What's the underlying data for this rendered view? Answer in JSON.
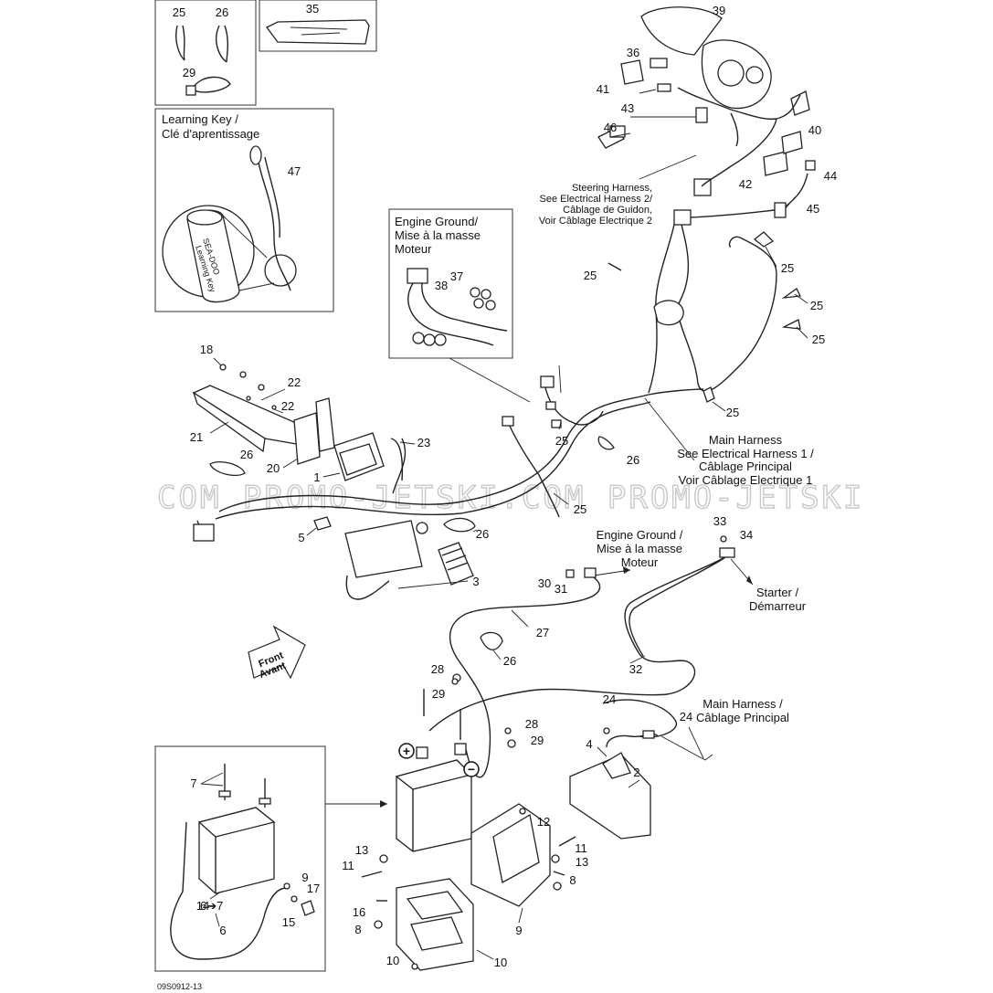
{
  "diagram": {
    "drawing_code": "09S0912-13",
    "watermark": "COM PROMO-JETSKI.COM PROMO-JETSKI",
    "direction_badge": {
      "line1": "Front",
      "line2": "Avant"
    },
    "battery_terminals": {
      "positive": "+",
      "negative": "−"
    },
    "insets": {
      "learning_key": {
        "title_line1": "Learning Key /",
        "title_line2": "Clé d'aprentissage",
        "key_brand": "SEA-DOO",
        "key_text": "Learning Key"
      },
      "engine_ground_box": {
        "line1": "Engine Ground/",
        "line2": "Mise à la masse",
        "line3": "Moteur"
      },
      "battery_detail_arrow": "6➔7"
    },
    "callouts": [
      {
        "id": "steering",
        "lines": [
          "Steering Harness,",
          "See Electrical Harness 2/",
          "Câblage de Guidon,",
          "Voir Câblage Electrique 2"
        ]
      },
      {
        "id": "main-harness-1",
        "lines": [
          "Main Harness",
          "See Electrical Harness 1 /",
          "Câblage Principal",
          "Voir Câblage Electrique 1"
        ]
      },
      {
        "id": "engine-ground",
        "lines": [
          "Engine Ground /",
          "Mise à la masse",
          "Moteur"
        ]
      },
      {
        "id": "starter",
        "lines": [
          "Starter /",
          "Démarreur"
        ]
      },
      {
        "id": "main-harness-2",
        "lines": [
          "Main Harness /",
          "Câblage Principal"
        ]
      }
    ],
    "part_numbers": [
      "25",
      "26",
      "35",
      "29",
      "39",
      "36",
      "41",
      "43",
      "46",
      "40",
      "44",
      "42",
      "45",
      "47",
      "25",
      "25",
      "25",
      "25",
      "37",
      "38",
      "18",
      "22",
      "22",
      "21",
      "26",
      "25",
      "25",
      "26",
      "20",
      "23",
      "1",
      "25",
      "26",
      "5",
      "3",
      "33",
      "34",
      "30",
      "31",
      "27",
      "26",
      "32",
      "28",
      "29",
      "24",
      "24",
      "28",
      "29",
      "4",
      "2",
      "7",
      "12",
      "13",
      "11",
      "11",
      "13",
      "8",
      "9",
      "17",
      "15",
      "14",
      "6",
      "16",
      "8",
      "9",
      "10",
      "10",
      "12"
    ]
  }
}
